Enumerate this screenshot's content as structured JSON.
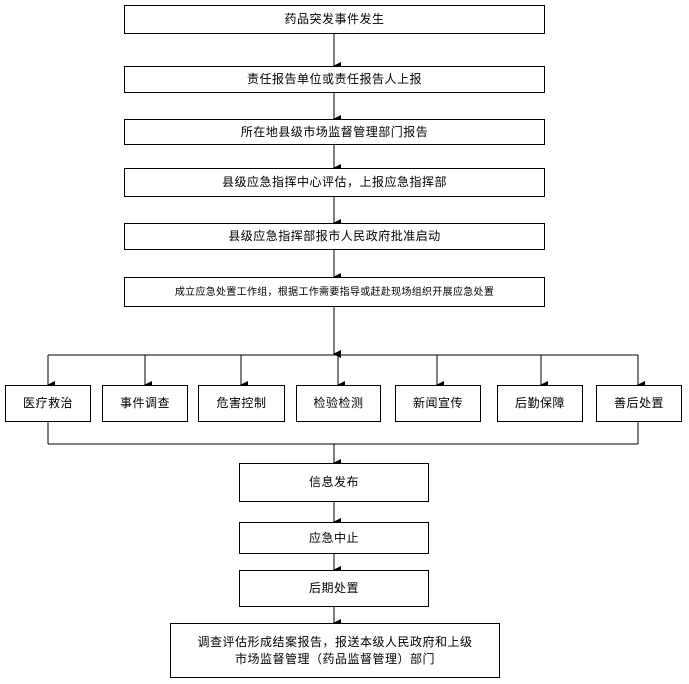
{
  "flow": {
    "step1": "药品突发事件发生",
    "step2": "责任报告单位或责任报告人上报",
    "step3": "所在地县级市场监督管理部门报告",
    "step4": "县级应急指挥中心评估，上报应急指挥部",
    "step5": "县级应急指挥部报市人民政府批准启动",
    "step6": "成立应急处置工作组，根据工作需要指导或赶赴现场组织开展应急处置",
    "measures": [
      "医疗救治",
      "事件调查",
      "危害控制",
      "检验检测",
      "新闻宣传",
      "后勤保障",
      "善后处置"
    ],
    "step7": "信息发布",
    "step8": "应急中止",
    "step9": "后期处置",
    "step10_line1": "调查评估形成结案报告，报送本级人民政府和上级",
    "step10_line2": "市场监督管理（药品监督管理）部门"
  }
}
